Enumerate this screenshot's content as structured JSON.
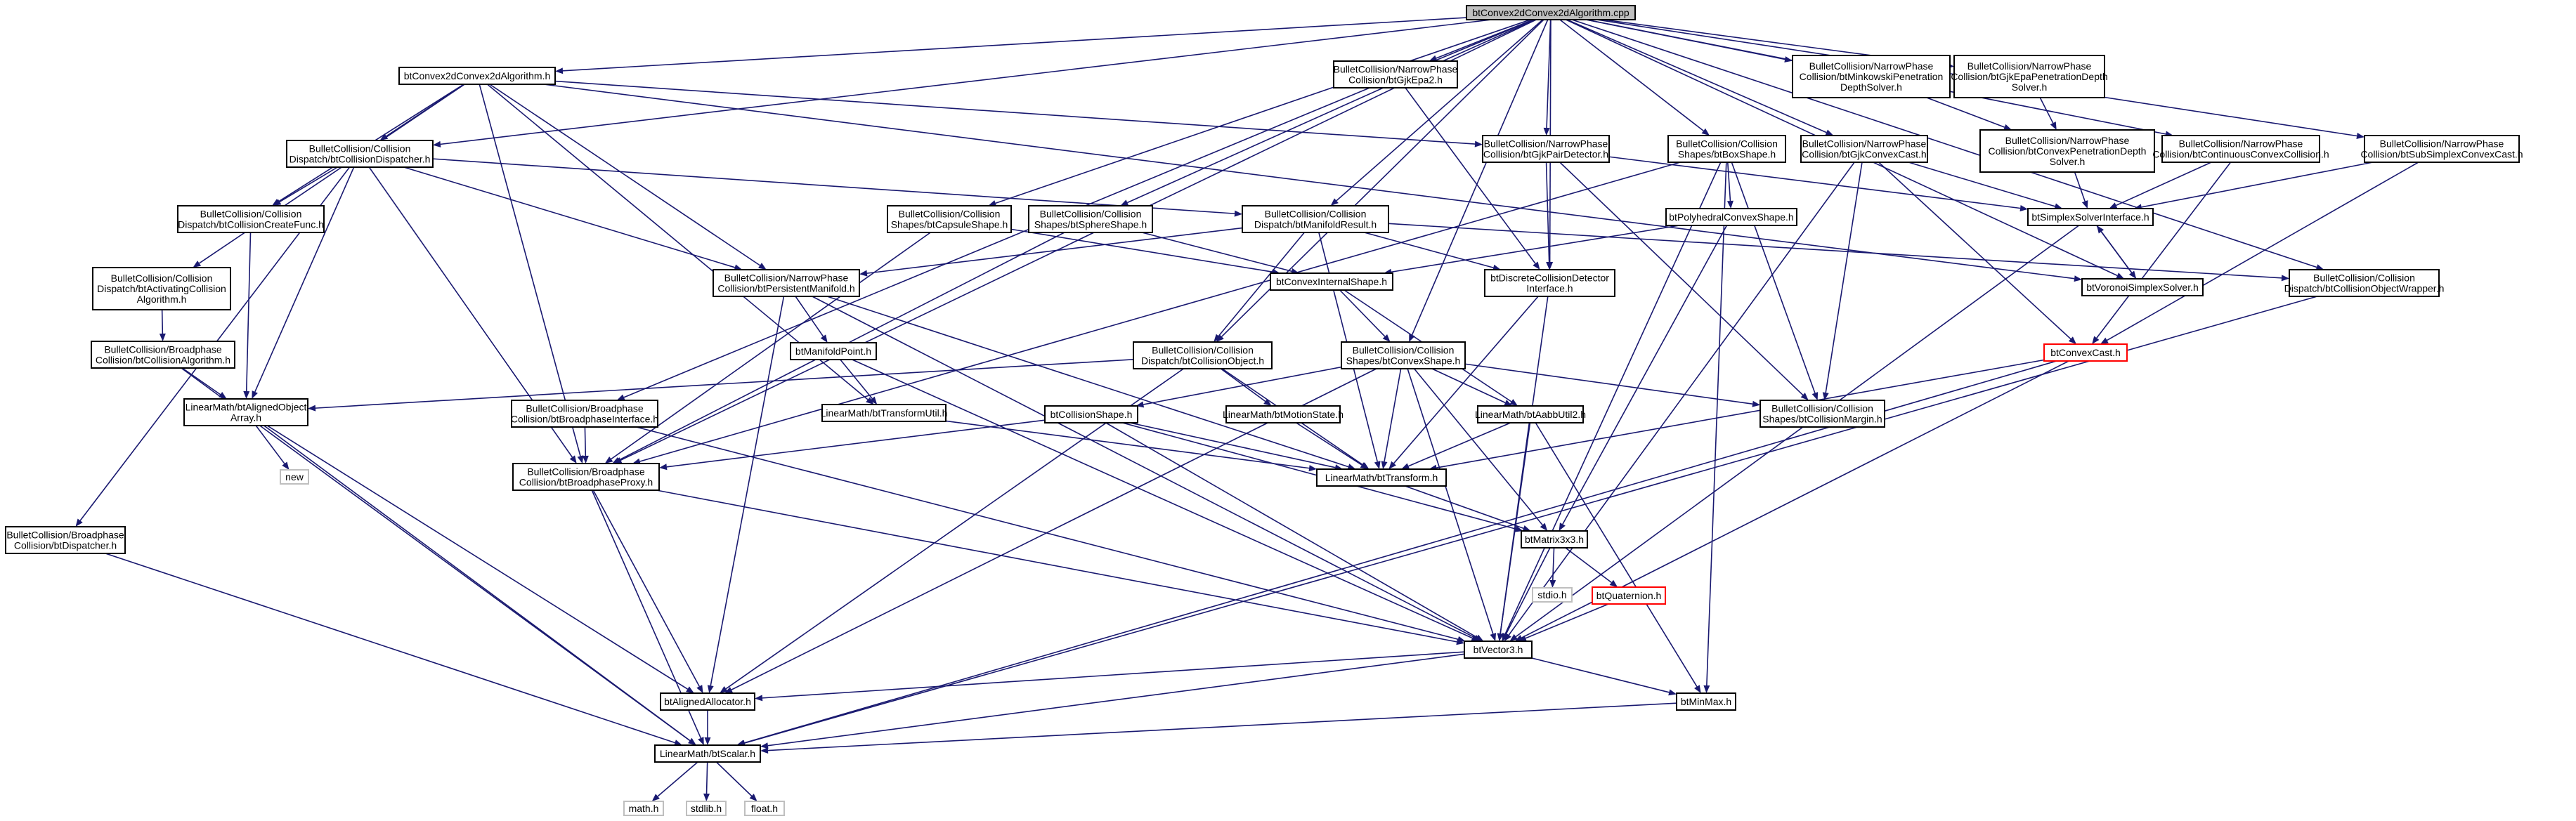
{
  "colors": {
    "edge": "#191970",
    "border_normal": "#000000",
    "border_external": "#bfbfbf",
    "border_truncated": "#ff0000",
    "root_fill": "#bfbfbf",
    "node_fill": "#ffffff"
  },
  "nodes": [
    {
      "id": "root",
      "lines": [
        "btConvex2dConvex2dAlgorithm.cpp"
      ],
      "kind": "root"
    },
    {
      "id": "c2dh",
      "lines": [
        "btConvex2dConvex2dAlgorithm.h"
      ],
      "kind": "normal"
    },
    {
      "id": "gjkepa2",
      "lines": [
        "BulletCollision/NarrowPhase",
        "Collision/btGjkEpa2.h"
      ],
      "kind": "normal"
    },
    {
      "id": "minkowski",
      "lines": [
        "BulletCollision/NarrowPhase",
        "Collision/btMinkowskiPenetration",
        "DepthSolver.h"
      ],
      "kind": "normal"
    },
    {
      "id": "gjkepapen",
      "lines": [
        "BulletCollision/NarrowPhase",
        "Collision/btGjkEpaPenetrationDepth",
        "Solver.h"
      ],
      "kind": "normal"
    },
    {
      "id": "colldisp",
      "lines": [
        "BulletCollision/Collision",
        "Dispatch/btCollisionDispatcher.h"
      ],
      "kind": "normal"
    },
    {
      "id": "gjkpair",
      "lines": [
        "BulletCollision/NarrowPhase",
        "Collision/btGjkPairDetector.h"
      ],
      "kind": "normal"
    },
    {
      "id": "boxshape",
      "lines": [
        "BulletCollision/Collision",
        "Shapes/btBoxShape.h"
      ],
      "kind": "normal"
    },
    {
      "id": "gjkconvcast",
      "lines": [
        "BulletCollision/NarrowPhase",
        "Collision/btGjkConvexCast.h"
      ],
      "kind": "normal"
    },
    {
      "id": "convpen",
      "lines": [
        "BulletCollision/NarrowPhase",
        "Collision/btConvexPenetrationDepth",
        "Solver.h"
      ],
      "kind": "normal"
    },
    {
      "id": "contconv",
      "lines": [
        "BulletCollision/NarrowPhase",
        "Collision/btContinuousConvexCollision.h"
      ],
      "kind": "normal"
    },
    {
      "id": "subsimplex",
      "lines": [
        "BulletCollision/NarrowPhase",
        "Collision/btSubSimplexConvexCast.h"
      ],
      "kind": "normal"
    },
    {
      "id": "createfunc",
      "lines": [
        "BulletCollision/Collision",
        "Dispatch/btCollisionCreateFunc.h"
      ],
      "kind": "normal"
    },
    {
      "id": "capsule",
      "lines": [
        "BulletCollision/Collision",
        "Shapes/btCapsuleShape.h"
      ],
      "kind": "normal"
    },
    {
      "id": "sphere",
      "lines": [
        "BulletCollision/Collision",
        "Shapes/btSphereShape.h"
      ],
      "kind": "normal"
    },
    {
      "id": "manifoldresult",
      "lines": [
        "BulletCollision/Collision",
        "Dispatch/btManifoldResult.h"
      ],
      "kind": "normal"
    },
    {
      "id": "polyhedral",
      "lines": [
        "btPolyhedralConvexShape.h"
      ],
      "kind": "normal"
    },
    {
      "id": "simplexsolver",
      "lines": [
        "btSimplexSolverInterface.h"
      ],
      "kind": "normal"
    },
    {
      "id": "activating",
      "lines": [
        "BulletCollision/Collision",
        "Dispatch/btActivatingCollision",
        "Algorithm.h"
      ],
      "kind": "normal"
    },
    {
      "id": "persistent",
      "lines": [
        "BulletCollision/NarrowPhase",
        "Collision/btPersistentManifold.h"
      ],
      "kind": "normal"
    },
    {
      "id": "convexinternal",
      "lines": [
        "btConvexInternalShape.h"
      ],
      "kind": "normal"
    },
    {
      "id": "discrete",
      "lines": [
        "btDiscreteCollisionDetector",
        "Interface.h"
      ],
      "kind": "normal"
    },
    {
      "id": "voronoi",
      "lines": [
        "btVoronoiSimplexSolver.h"
      ],
      "kind": "normal"
    },
    {
      "id": "objwrapper",
      "lines": [
        "BulletCollision/Collision",
        "Dispatch/btCollisionObjectWrapper.h"
      ],
      "kind": "normal"
    },
    {
      "id": "collalgo",
      "lines": [
        "BulletCollision/Broadphase",
        "Collision/btCollisionAlgorithm.h"
      ],
      "kind": "normal"
    },
    {
      "id": "manifoldpoint",
      "lines": [
        "btManifoldPoint.h"
      ],
      "kind": "normal"
    },
    {
      "id": "collobject",
      "lines": [
        "BulletCollision/Collision",
        "Dispatch/btCollisionObject.h"
      ],
      "kind": "normal"
    },
    {
      "id": "convexshape",
      "lines": [
        "BulletCollision/Collision",
        "Shapes/btConvexShape.h"
      ],
      "kind": "normal"
    },
    {
      "id": "convexcast",
      "lines": [
        "btConvexCast.h"
      ],
      "kind": "truncated"
    },
    {
      "id": "alignedarray",
      "lines": [
        "LinearMath/btAlignedObject",
        "Array.h"
      ],
      "kind": "normal"
    },
    {
      "id": "bpiface",
      "lines": [
        "BulletCollision/Broadphase",
        "Collision/btBroadphaseInterface.h"
      ],
      "kind": "normal"
    },
    {
      "id": "transformutil",
      "lines": [
        "LinearMath/btTransformUtil.h"
      ],
      "kind": "normal"
    },
    {
      "id": "collshape",
      "lines": [
        "btCollisionShape.h"
      ],
      "kind": "normal"
    },
    {
      "id": "motionstate",
      "lines": [
        "LinearMath/btMotionState.h"
      ],
      "kind": "normal"
    },
    {
      "id": "aabbutil",
      "lines": [
        "LinearMath/btAabbUtil2.h"
      ],
      "kind": "normal"
    },
    {
      "id": "collmargin",
      "lines": [
        "BulletCollision/Collision",
        "Shapes/btCollisionMargin.h"
      ],
      "kind": "normal"
    },
    {
      "id": "new",
      "lines": [
        "new"
      ],
      "kind": "external"
    },
    {
      "id": "bpproxy",
      "lines": [
        "BulletCollision/Broadphase",
        "Collision/btBroadphaseProxy.h"
      ],
      "kind": "normal"
    },
    {
      "id": "transform",
      "lines": [
        "LinearMath/btTransform.h"
      ],
      "kind": "normal"
    },
    {
      "id": "dispatcher",
      "lines": [
        "BulletCollision/Broadphase",
        "Collision/btDispatcher.h"
      ],
      "kind": "normal"
    },
    {
      "id": "matrix3x3",
      "lines": [
        "btMatrix3x3.h"
      ],
      "kind": "normal"
    },
    {
      "id": "stdio",
      "lines": [
        "stdio.h"
      ],
      "kind": "external"
    },
    {
      "id": "quaternion",
      "lines": [
        "btQuaternion.h"
      ],
      "kind": "truncated"
    },
    {
      "id": "vector3",
      "lines": [
        "btVector3.h"
      ],
      "kind": "normal"
    },
    {
      "id": "alignedalloc",
      "lines": [
        "btAlignedAllocator.h"
      ],
      "kind": "normal"
    },
    {
      "id": "minmax",
      "lines": [
        "btMinMax.h"
      ],
      "kind": "normal"
    },
    {
      "id": "scalar",
      "lines": [
        "LinearMath/btScalar.h"
      ],
      "kind": "normal"
    },
    {
      "id": "math",
      "lines": [
        "math.h"
      ],
      "kind": "external"
    },
    {
      "id": "stdlib",
      "lines": [
        "stdlib.h"
      ],
      "kind": "external"
    },
    {
      "id": "float",
      "lines": [
        "float.h"
      ],
      "kind": "external"
    }
  ],
  "edges": [
    [
      "root",
      "c2dh"
    ],
    [
      "root",
      "gjkepa2"
    ],
    [
      "root",
      "minkowski"
    ],
    [
      "root",
      "gjkepapen"
    ],
    [
      "root",
      "colldisp"
    ],
    [
      "root",
      "gjkpair"
    ],
    [
      "root",
      "boxshape"
    ],
    [
      "root",
      "gjkconvcast"
    ],
    [
      "root",
      "contconv"
    ],
    [
      "root",
      "subsimplex"
    ],
    [
      "root",
      "capsule"
    ],
    [
      "root",
      "sphere"
    ],
    [
      "root",
      "manifoldresult"
    ],
    [
      "root",
      "discrete"
    ],
    [
      "root",
      "voronoi"
    ],
    [
      "root",
      "objwrapper"
    ],
    [
      "root",
      "collobject"
    ],
    [
      "root",
      "convexshape"
    ],
    [
      "root",
      "bpiface"
    ],
    [
      "root",
      "bpproxy"
    ],
    [
      "c2dh",
      "colldisp"
    ],
    [
      "c2dh",
      "createfunc"
    ],
    [
      "c2dh",
      "activating"
    ],
    [
      "c2dh",
      "persistent"
    ],
    [
      "c2dh",
      "gjkpair"
    ],
    [
      "c2dh",
      "voronoi"
    ],
    [
      "c2dh",
      "transformutil"
    ],
    [
      "c2dh",
      "bpproxy"
    ],
    [
      "gjkepa2",
      "discrete"
    ],
    [
      "minkowski",
      "convpen"
    ],
    [
      "gjkepapen",
      "convpen"
    ],
    [
      "colldisp",
      "createfunc"
    ],
    [
      "colldisp",
      "manifoldresult"
    ],
    [
      "colldisp",
      "persistent"
    ],
    [
      "colldisp",
      "alignedarray"
    ],
    [
      "colldisp",
      "bpproxy"
    ],
    [
      "colldisp",
      "dispatcher"
    ],
    [
      "gjkpair",
      "discrete"
    ],
    [
      "gjkpair",
      "simplexsolver"
    ],
    [
      "gjkpair",
      "collmargin"
    ],
    [
      "boxshape",
      "polyhedral"
    ],
    [
      "boxshape",
      "collmargin"
    ],
    [
      "boxshape",
      "vector3"
    ],
    [
      "boxshape",
      "minmax"
    ],
    [
      "boxshape",
      "bpproxy"
    ],
    [
      "gjkconvcast",
      "simplexsolver"
    ],
    [
      "gjkconvcast",
      "convexcast"
    ],
    [
      "gjkconvcast",
      "collmargin"
    ],
    [
      "gjkconvcast",
      "vector3"
    ],
    [
      "convpen",
      "simplexsolver"
    ],
    [
      "contconv",
      "simplexsolver"
    ],
    [
      "contconv",
      "convexcast"
    ],
    [
      "subsimplex",
      "simplexsolver"
    ],
    [
      "subsimplex",
      "convexcast"
    ],
    [
      "createfunc",
      "alignedarray"
    ],
    [
      "capsule",
      "convexinternal"
    ],
    [
      "capsule",
      "bpproxy"
    ],
    [
      "sphere",
      "convexinternal"
    ],
    [
      "sphere",
      "bpproxy"
    ],
    [
      "manifoldresult",
      "persistent"
    ],
    [
      "manifoldresult",
      "discrete"
    ],
    [
      "manifoldresult",
      "collobject"
    ],
    [
      "manifoldresult",
      "objwrapper"
    ],
    [
      "manifoldresult",
      "transform"
    ],
    [
      "polyhedral",
      "convexinternal"
    ],
    [
      "polyhedral",
      "matrix3x3"
    ],
    [
      "simplexsolver",
      "voronoi"
    ],
    [
      "simplexsolver",
      "vector3"
    ],
    [
      "voronoi",
      "simplexsolver"
    ],
    [
      "activating",
      "collalgo"
    ],
    [
      "persistent",
      "manifoldpoint"
    ],
    [
      "persistent",
      "alignedalloc"
    ],
    [
      "persistent",
      "transform"
    ],
    [
      "persistent",
      "vector3"
    ],
    [
      "convexinternal",
      "convexshape"
    ],
    [
      "convexinternal",
      "aabbutil"
    ],
    [
      "discrete",
      "transform"
    ],
    [
      "discrete",
      "vector3"
    ],
    [
      "objwrapper",
      "scalar"
    ],
    [
      "collalgo",
      "alignedarray"
    ],
    [
      "collalgo",
      "scalar"
    ],
    [
      "manifoldpoint",
      "transformutil"
    ],
    [
      "manifoldpoint",
      "vector3"
    ],
    [
      "collobject",
      "transform"
    ],
    [
      "collobject",
      "motionstate"
    ],
    [
      "collobject",
      "alignedarray"
    ],
    [
      "collobject",
      "alignedalloc"
    ],
    [
      "convexshape",
      "collshape"
    ],
    [
      "convexshape",
      "transform"
    ],
    [
      "convexshape",
      "matrix3x3"
    ],
    [
      "convexshape",
      "aabbutil"
    ],
    [
      "convexshape",
      "collmargin"
    ],
    [
      "convexshape",
      "alignedalloc"
    ],
    [
      "convexshape",
      "vector3"
    ],
    [
      "convexcast",
      "transform"
    ],
    [
      "convexcast",
      "vector3"
    ],
    [
      "convexcast",
      "scalar"
    ],
    [
      "alignedarray",
      "new"
    ],
    [
      "alignedarray",
      "alignedalloc"
    ],
    [
      "alignedarray",
      "scalar"
    ],
    [
      "bpiface",
      "bpproxy"
    ],
    [
      "bpiface",
      "vector3"
    ],
    [
      "transformutil",
      "transform"
    ],
    [
      "collshape",
      "transform"
    ],
    [
      "collshape",
      "vector3"
    ],
    [
      "collshape",
      "matrix3x3"
    ],
    [
      "collshape",
      "bpproxy"
    ],
    [
      "motionstate",
      "transform"
    ],
    [
      "aabbutil",
      "transform"
    ],
    [
      "aabbutil",
      "vector3"
    ],
    [
      "aabbutil",
      "minmax"
    ],
    [
      "bpproxy",
      "vector3"
    ],
    [
      "bpproxy",
      "scalar"
    ],
    [
      "bpproxy",
      "alignedalloc"
    ],
    [
      "transform",
      "matrix3x3"
    ],
    [
      "dispatcher",
      "scalar"
    ],
    [
      "matrix3x3",
      "vector3"
    ],
    [
      "matrix3x3",
      "quaternion"
    ],
    [
      "matrix3x3",
      "stdio"
    ],
    [
      "quaternion",
      "vector3"
    ],
    [
      "vector3",
      "scalar"
    ],
    [
      "vector3",
      "minmax"
    ],
    [
      "vector3",
      "alignedalloc"
    ],
    [
      "alignedalloc",
      "scalar"
    ],
    [
      "minmax",
      "scalar"
    ],
    [
      "scalar",
      "math"
    ],
    [
      "scalar",
      "stdlib"
    ],
    [
      "scalar",
      "float"
    ]
  ]
}
